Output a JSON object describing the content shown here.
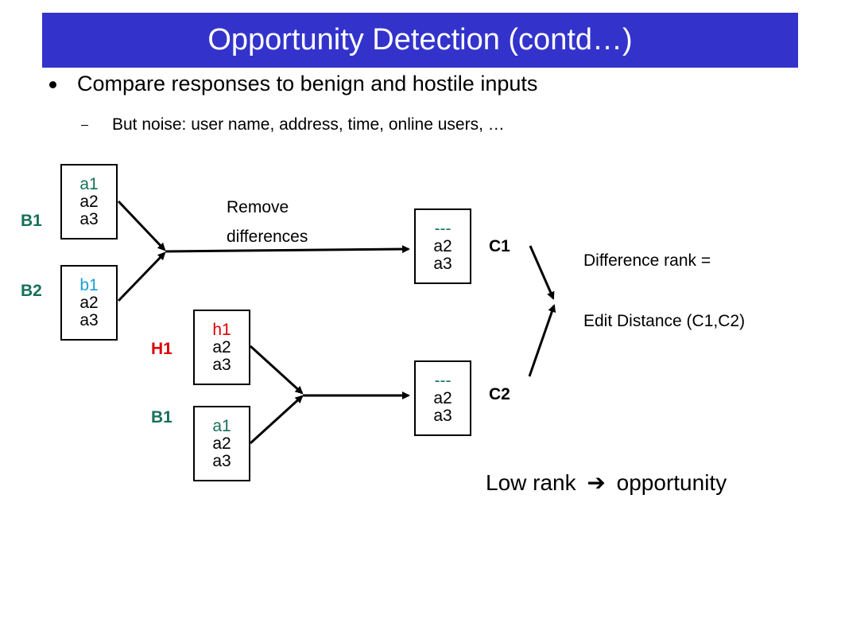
{
  "slide": {
    "title": "Opportunity Detection (contd…)",
    "bullet1": "Compare responses to benign and hostile inputs",
    "bullet2": "But noise: user name, address, time, online users, …"
  },
  "diagram": {
    "box_b1": {
      "label": "B1",
      "lines": [
        "a1",
        "a2",
        "a3"
      ]
    },
    "box_b2": {
      "label": "B2",
      "lines": [
        "b1",
        "a2",
        "a3"
      ]
    },
    "box_h1": {
      "label": "H1",
      "lines": [
        "h1",
        "a2",
        "a3"
      ]
    },
    "box_b1_lower": {
      "label": "B1",
      "lines": [
        "a1",
        "a2",
        "a3"
      ]
    },
    "box_c1": {
      "label": "C1",
      "lines": [
        "---",
        "a2",
        "a3"
      ]
    },
    "box_c2": {
      "label": "C2",
      "lines": [
        "---",
        "a2",
        "a3"
      ]
    },
    "remove_label_1": "Remove",
    "remove_label_2": "differences",
    "rank_line1": "Difference rank =",
    "rank_line2": "Edit Distance (C1,C2)",
    "conclusion_left": "Low rank",
    "conclusion_arrow": "➔",
    "conclusion_right": "opportunity",
    "colors": {
      "title_bg": "#3333cc",
      "benign": "#17705a",
      "hostile": "#dd0000",
      "b1_value": "#1a9fd8"
    }
  }
}
